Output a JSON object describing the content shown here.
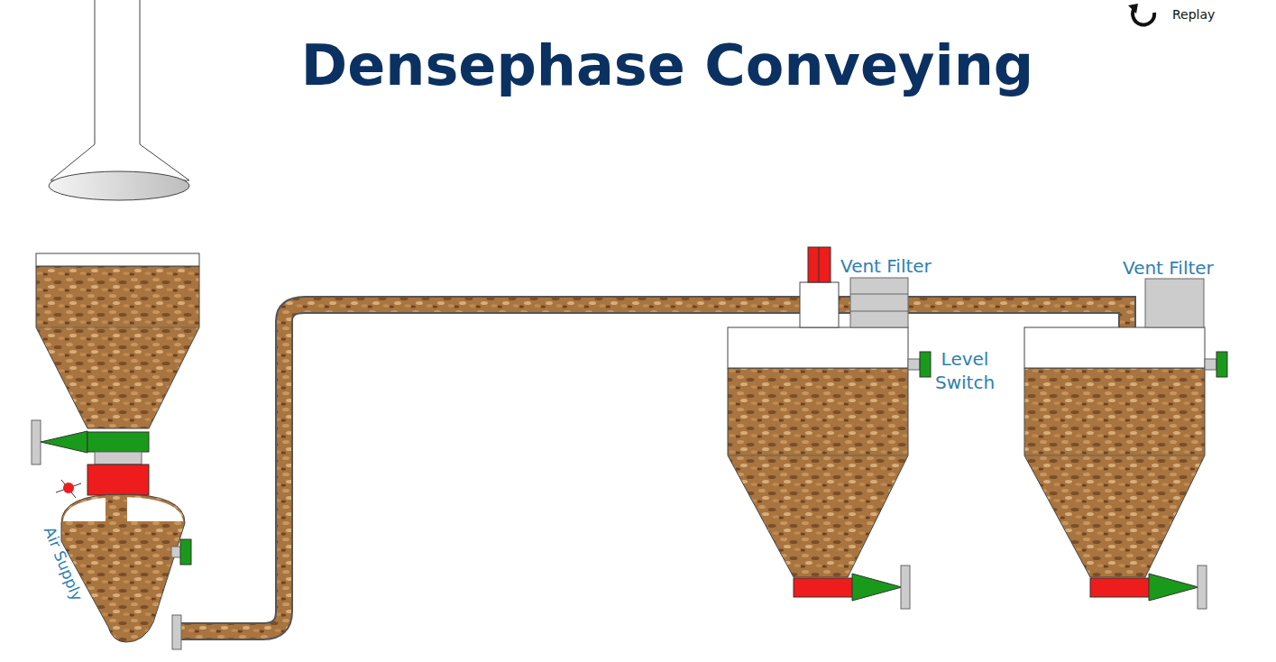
{
  "diagram": {
    "title": "Densephase Conveying",
    "labels": [
      "Replay",
      "Vent Filter",
      "Level Switch",
      "Vent Filter",
      "Air Supply"
    ]
  }
}
